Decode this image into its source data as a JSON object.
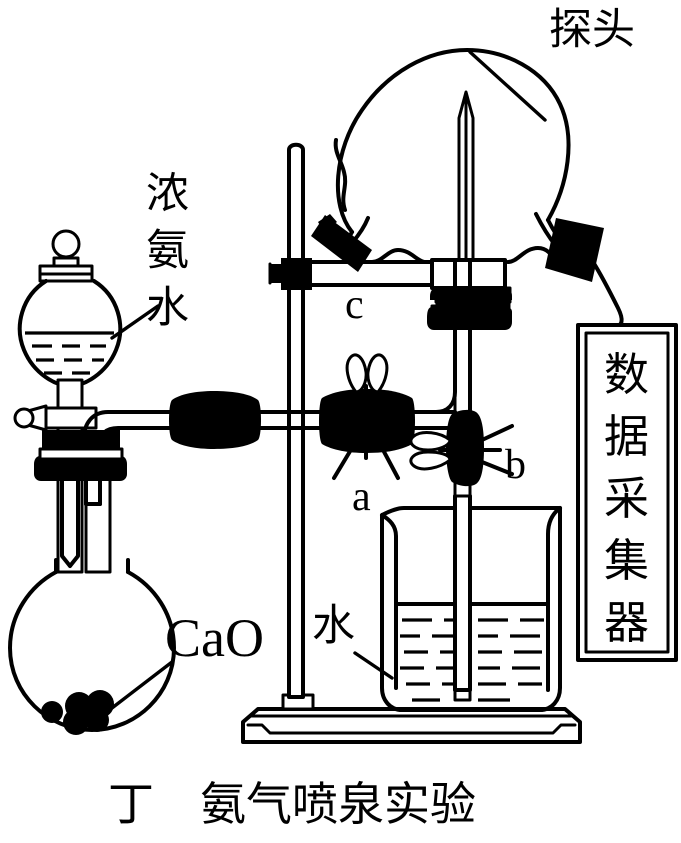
{
  "figure": {
    "caption": "丁　氨气喷泉实验",
    "caption_index": "丁",
    "caption_title": "氨气喷泉实验"
  },
  "labels": {
    "probe": "探头",
    "concentrated_ammonia": "浓氨水",
    "data_collector": "数据采集器",
    "water": "水",
    "cao": "CaO",
    "clamp_a": "a",
    "clamp_b": "b",
    "clamp_c": "c"
  },
  "label_chars": {
    "concentrated_ammonia": [
      "浓",
      "氨",
      "水"
    ],
    "data_collector": [
      "数",
      "据",
      "采",
      "集",
      "器"
    ]
  },
  "colors": {
    "ink": "#000000",
    "paper": "#ffffff"
  },
  "components": {
    "round_bottom_flask_top": "round-bottom flask with probe",
    "separating_funnel": "separating funnel containing concentrated ammonia",
    "reaction_flask": "round-bottom flask containing CaO",
    "beaker": "beaker containing water",
    "iron_stand": "iron stand with base and clamp",
    "data_collector_box": "data collector unit"
  }
}
